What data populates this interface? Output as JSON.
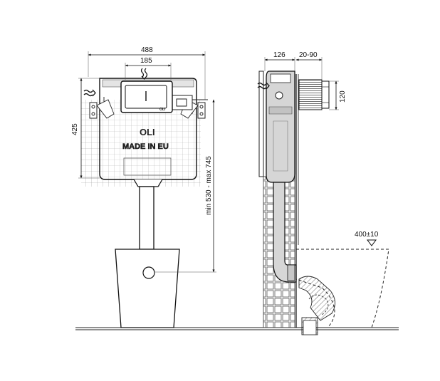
{
  "front_view": {
    "dims": {
      "width_total": "488",
      "width_button": "185",
      "height_cistern": "425",
      "height_range": "min 530 - max 745"
    },
    "labels": {
      "brand": "OLI",
      "made_in": "MADE IN EU",
      "plate_brand": "OLI"
    }
  },
  "side_view": {
    "dims": {
      "depth_cistern": "126",
      "wall_range": "20-90",
      "plate_height": "120",
      "bowl_height": "400±10"
    }
  },
  "icons": [
    "water-inlet-icon",
    "water-flow-icon",
    "level-marker-icon"
  ]
}
